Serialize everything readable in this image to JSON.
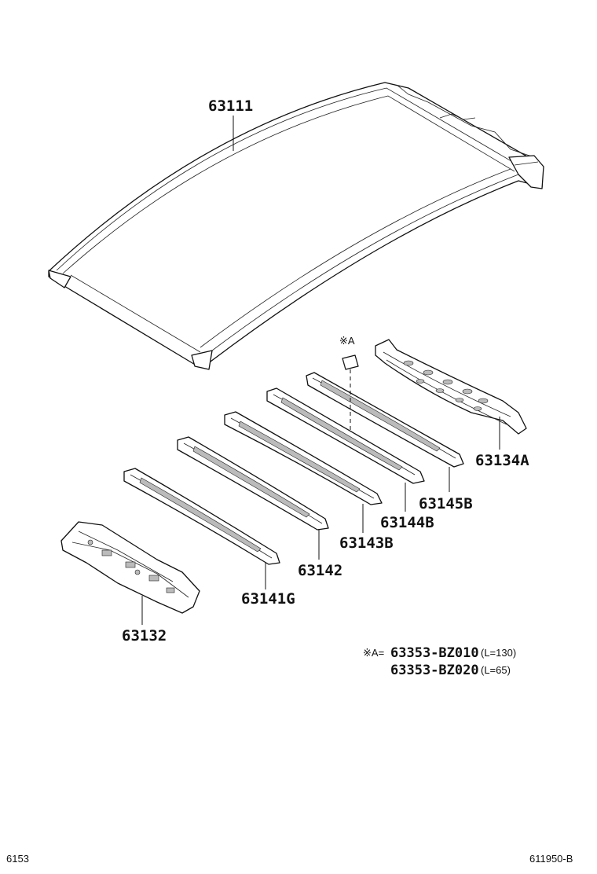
{
  "parts": {
    "roof_panel": "63111",
    "rear_header": "63134A",
    "bow_5": "63145B",
    "bow_4": "63144B",
    "bow_3": "63143B",
    "bow_2": "63142",
    "bow_1": "63141G",
    "front_header": "63132",
    "clip_marker": "※A"
  },
  "note": {
    "prefix": "※A=",
    "line1_part": "63353-BZ010",
    "line1_spec": "(L=130)",
    "line2_part": "63353-BZ020",
    "line2_spec": "(L=65)"
  },
  "footer": {
    "left": "6153",
    "right": "611950-B"
  }
}
